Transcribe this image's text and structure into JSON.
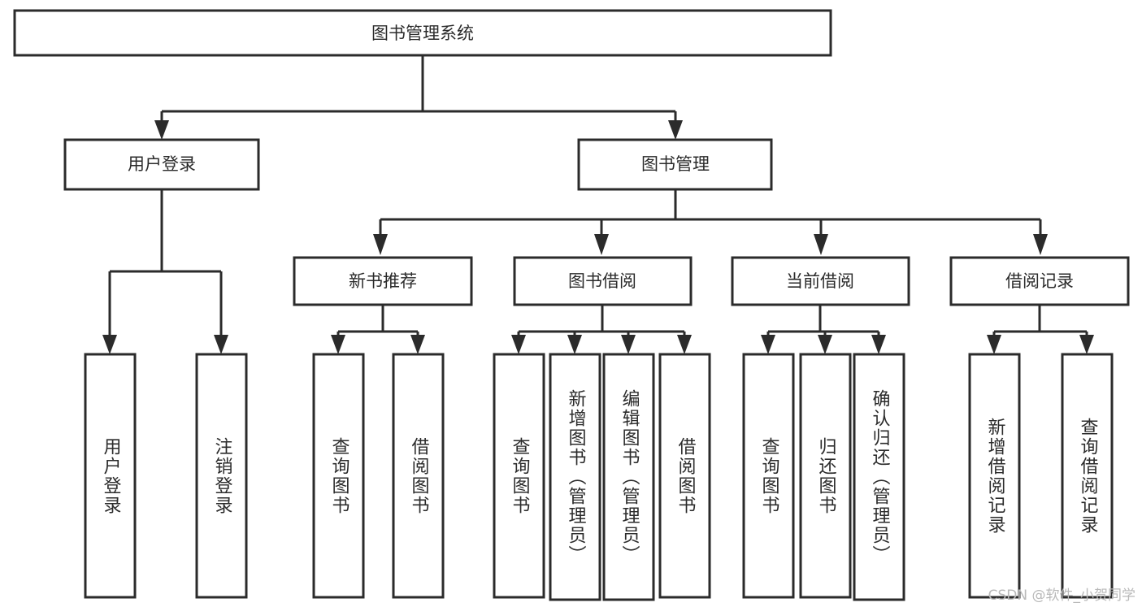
{
  "diagram": {
    "title": "图书管理系统",
    "type": "tree-hierarchy-diagram",
    "colors": {
      "box_stroke": "#2b2b2b",
      "box_fill": "#ffffff",
      "connector": "#2b2b2b",
      "text": "#2b2b2b",
      "watermark": "#b9b9b9",
      "background": "#ffffff"
    },
    "root": {
      "label": "图书管理系统"
    },
    "level2": [
      {
        "label": "用户登录"
      },
      {
        "label": "图书管理"
      }
    ],
    "level3": [
      {
        "label": "新书推荐"
      },
      {
        "label": "图书借阅"
      },
      {
        "label": "当前借阅"
      },
      {
        "label": "借阅记录"
      }
    ],
    "leaves": {
      "user_login": [
        {
          "label": "用户登录"
        },
        {
          "label": "注销登录"
        }
      ],
      "new_book_recommend": [
        {
          "label": "查询图书"
        },
        {
          "label": "借阅图书"
        }
      ],
      "book_borrow": [
        {
          "label": "查询图书"
        },
        {
          "label": "新增图书（管理员）"
        },
        {
          "label": "编辑图书（管理员）"
        },
        {
          "label": "借阅图书"
        }
      ],
      "current_borrow": [
        {
          "label": "查询图书"
        },
        {
          "label": "归还图书"
        },
        {
          "label": "确认归还（管理员）"
        }
      ],
      "borrow_records": [
        {
          "label": "新增借阅记录"
        },
        {
          "label": "查询借阅记录"
        }
      ]
    },
    "watermark": "CSDN @软件_小贺同学"
  }
}
